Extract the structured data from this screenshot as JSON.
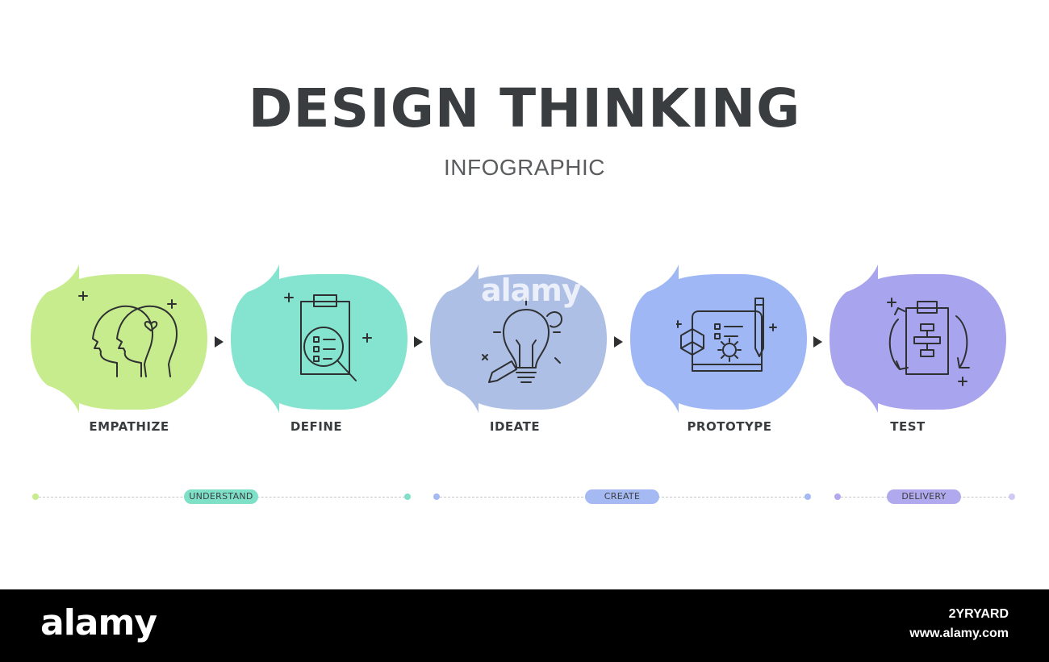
{
  "header": {
    "title": "DESIGN THINKING",
    "subtitle": "INFOGRAPHIC"
  },
  "stages": [
    {
      "label": "EMPATHIZE",
      "icon": "empathy-heads-icon",
      "color": "#c7ec8d"
    },
    {
      "label": "DEFINE",
      "icon": "clipboard-magnifier-icon",
      "color": "#84e4cf"
    },
    {
      "label": "IDEATE",
      "icon": "lightbulb-pencil-icon",
      "color": "#aebfe6"
    },
    {
      "label": "PROTOTYPE",
      "icon": "blueprint-pencil-gear-icon",
      "color": "#9fb7f4"
    },
    {
      "label": "TEST",
      "icon": "clipboard-cycle-icon",
      "color": "#a9a4ee"
    }
  ],
  "phases": [
    {
      "label": "UNDERSTAND",
      "color": "#7fe0c8"
    },
    {
      "label": "CREATE",
      "color": "#a5b9f3"
    },
    {
      "label": "DELIVERY",
      "color": "#b1a9ee"
    }
  ],
  "footer": {
    "logo": "alamy",
    "image_id": "2YRYARD",
    "site": "www.alamy.com"
  },
  "watermark": "alamy"
}
